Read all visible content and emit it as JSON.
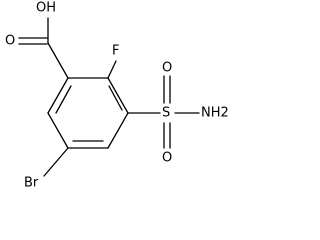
{
  "molecule": {
    "atoms": {
      "carboxyl_oh": "OH",
      "carbonyl_o": "O",
      "fluorine": "F",
      "sulfur": "S",
      "sulfonyl_o_top": "O",
      "sulfonyl_o_bottom": "O",
      "amine": "NH2",
      "bromine": "Br"
    }
  }
}
